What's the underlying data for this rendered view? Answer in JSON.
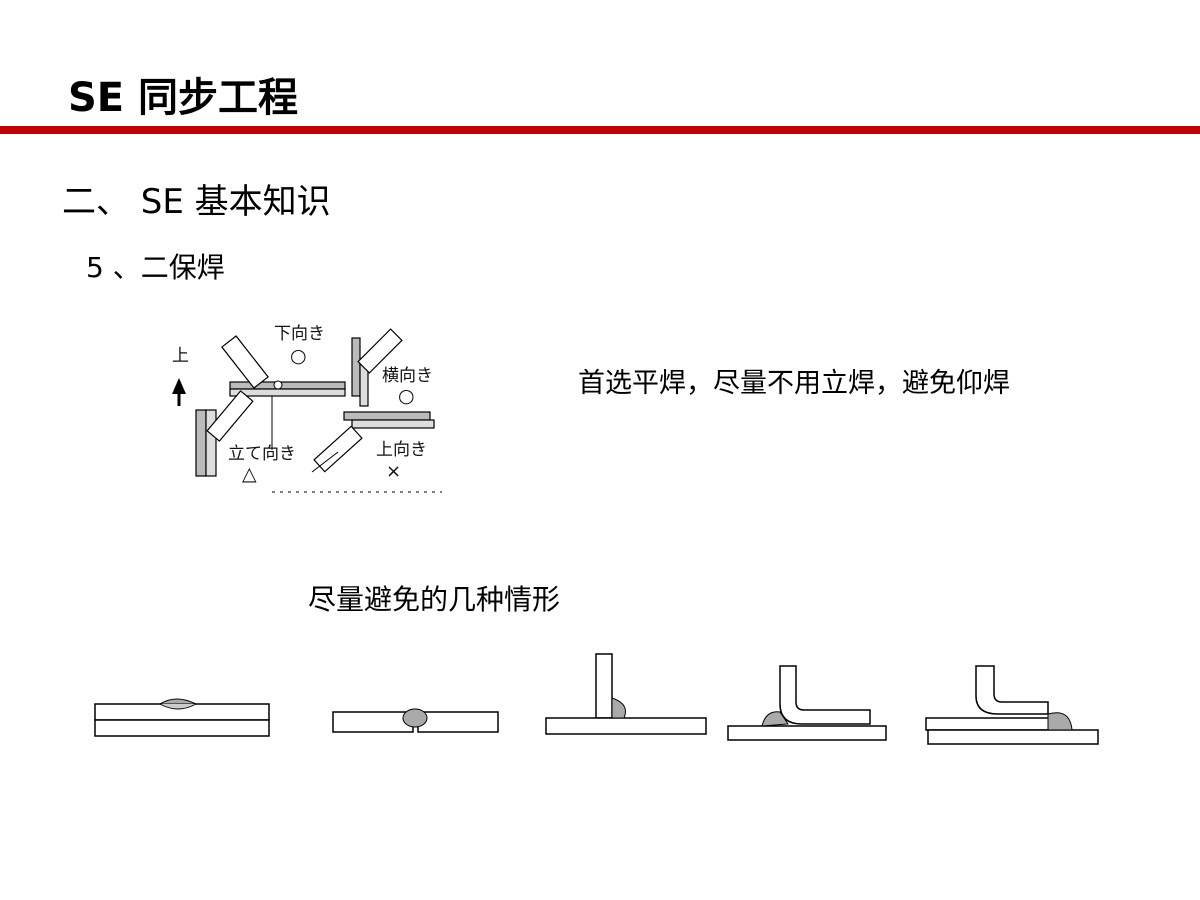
{
  "slide": {
    "title": "SE 同步工程",
    "accent_color": "#c00000"
  },
  "section": {
    "heading": "二、 SE 基本知识",
    "subheading": "5 、二保焊"
  },
  "diagram": {
    "up_arrow_label": "上",
    "positions": [
      {
        "label": "下向き",
        "mark": "○"
      },
      {
        "label": "横向き",
        "mark": "○"
      },
      {
        "label": "立て向き",
        "mark": "△"
      },
      {
        "label": "上向き",
        "mark": "×"
      }
    ]
  },
  "note": {
    "text": "首选平焊，尽量不用立焊，避免仰焊"
  },
  "avoid": {
    "caption": "尽量避免的几种情形",
    "case_icons": [
      "lap-seam-weld-icon",
      "butt-joint-gap-icon",
      "t-joint-weld-icon",
      "l-bracket-weld-icon",
      "l-bracket-end-weld-icon"
    ]
  }
}
